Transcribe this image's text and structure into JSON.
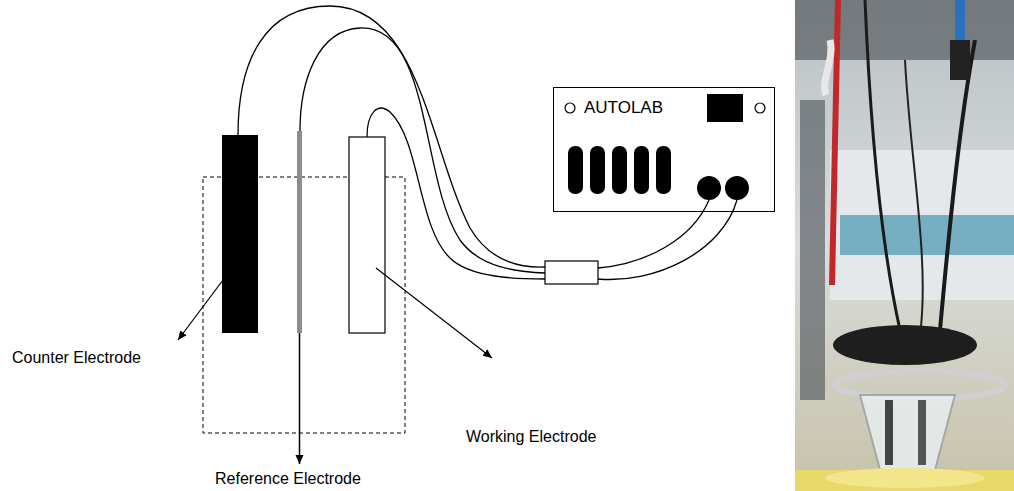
{
  "diagram": {
    "nodes": [
      {
        "text": [
          "AUTOLAB"
        ]
      }
    ],
    "labels": [
      "Counter Electrode",
      "Reference Electrode",
      "Working Electrode"
    ]
  }
}
